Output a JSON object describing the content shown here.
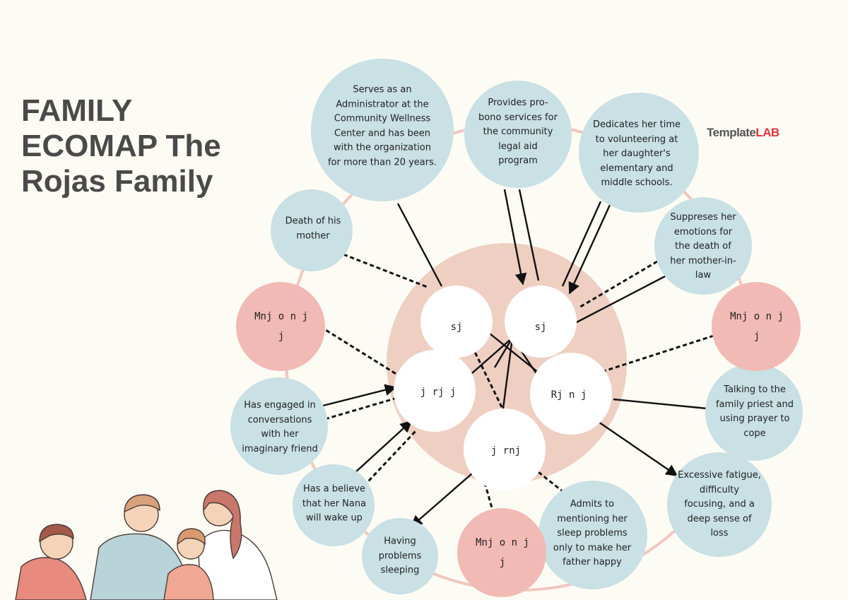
{
  "title": "FAMILY ECOMAP The Rojas Family",
  "brand": {
    "part1": "Template",
    "part2": "LAB"
  },
  "colors": {
    "background": "#fdfcf4",
    "ring": "#f1c7c0",
    "inner_disc": "#eecfc2",
    "family_member": "#ffffff",
    "resource": "#c9e0e4",
    "relative": "#f2bab4",
    "arrow": "#111111",
    "title": "#4a4a4a",
    "brand_accent": "#e0323a"
  },
  "family_members": [
    {
      "id": "member-1",
      "label": "sj"
    },
    {
      "id": "member-2",
      "label": "sj"
    },
    {
      "id": "member-3",
      "label": "j rj j"
    },
    {
      "id": "member-4",
      "label": "Rj n j"
    },
    {
      "id": "member-5",
      "label": "j rnj"
    }
  ],
  "resources": [
    {
      "id": "administrator",
      "label": "Serves as an Administrator at the Community Wellness Center and has been with the organization for more than 20 years."
    },
    {
      "id": "legal-aid",
      "label": "Provides pro-bono services for the community legal aid program"
    },
    {
      "id": "volunteering",
      "label": "Dedicates her time to volunteering at her daughter's elementary and middle schools."
    },
    {
      "id": "death-of-mother",
      "label": "Death of his mother"
    },
    {
      "id": "suppresses-emotions",
      "label": "Suppreses her emotions for the death of her mother-in-law"
    },
    {
      "id": "imaginary-friend",
      "label": "Has engaged in conversations with her imaginary friend"
    },
    {
      "id": "talking-priest",
      "label": "Talking to the family priest and using prayer to cope"
    },
    {
      "id": "nana-believe",
      "label": "Has a believe that her Nana will wake up"
    },
    {
      "id": "excessive-fatigue",
      "label": "Excessive fatigue, difficulty focusing, and a deep sense of loss"
    },
    {
      "id": "having-problems-sleeping",
      "label": "Having problems sleeping"
    },
    {
      "id": "admits-sleep-problems",
      "label": "Admits to mentioning her sleep problems only to make her father happy"
    }
  ],
  "relatives": [
    {
      "id": "relative-left",
      "label": "Mnj o n j j"
    },
    {
      "id": "relative-right",
      "label": "Mnj o n j j"
    },
    {
      "id": "relative-bottom",
      "label": "Mnj o n j j"
    }
  ]
}
